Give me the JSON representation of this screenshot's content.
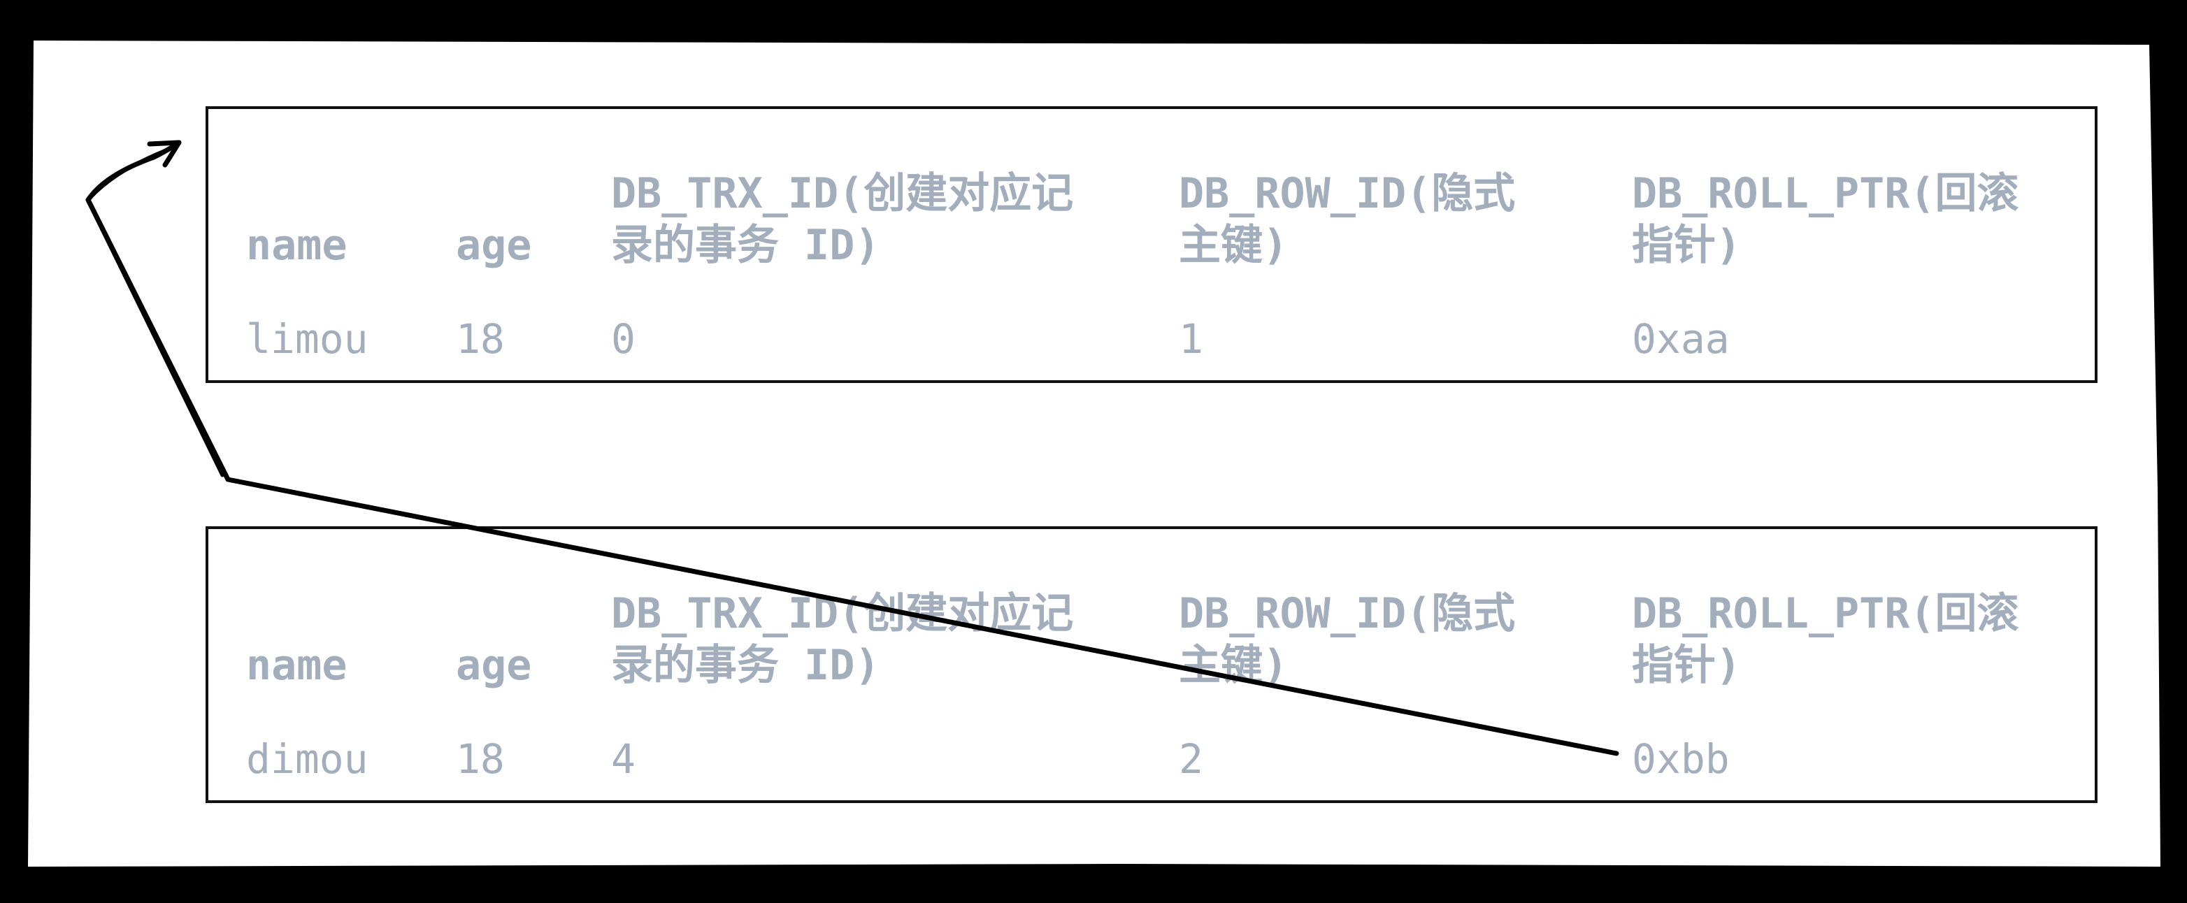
{
  "colors": {
    "frame": "#000000",
    "paper": "#ffffff",
    "text": "#a3aebd",
    "border": "#111111",
    "arrow": "#000000"
  },
  "headers": {
    "name": "name",
    "age": "age",
    "trx_id": "DB_TRX_ID(创建对应记\n录的事务 ID)",
    "row_id": "DB_ROW_ID(隐式\n主键)",
    "roll_ptr": "DB_ROLL_PTR(回滚\n指针)"
  },
  "records": [
    {
      "name": "limou",
      "age": "18",
      "trx_id": "0",
      "row_id": "1",
      "roll_ptr": "0xaa"
    },
    {
      "name": "dimou",
      "age": "18",
      "trx_id": "4",
      "row_id": "2",
      "roll_ptr": "0xbb"
    }
  ],
  "arrow": {
    "from": "records.1.roll_ptr",
    "to": "records.0",
    "icon": "arrow-icon"
  }
}
